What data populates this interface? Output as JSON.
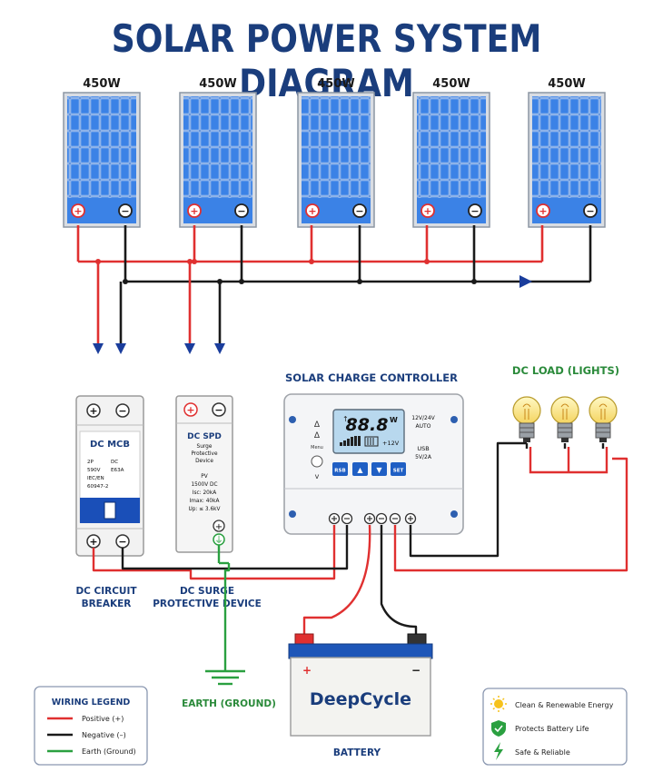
{
  "title": "SOLAR POWER SYSTEM DIAGRAM",
  "panels": [
    {
      "watt": "450W"
    },
    {
      "watt": "450W"
    },
    {
      "watt": "450W"
    },
    {
      "watt": "450W"
    },
    {
      "watt": "450W"
    }
  ],
  "mcb": {
    "name": "DC MCB",
    "spec_left": [
      "2P",
      "590V",
      "IEC/EN",
      "60947-2"
    ],
    "spec_right": [
      "DC",
      "E63A"
    ],
    "caption": [
      "DC CIRCUIT",
      "BREAKER"
    ]
  },
  "spd": {
    "name": "DC SPD",
    "sub": [
      "Surge",
      "Protective",
      "Device"
    ],
    "specs": [
      "PV",
      "1500V DC",
      "Isc: 20kA",
      "Imax: 40kA",
      "Up: ≤ 3.6kV"
    ],
    "caption": [
      "DC SURGE",
      "PROTECTIVE DEVICE"
    ]
  },
  "controller": {
    "name": "SOLAR CHARGE CONTROLLER",
    "display": "88.8",
    "unit": "W",
    "batt_label": "+12V",
    "mode": [
      "12V/24V",
      "AUTO"
    ],
    "usb": [
      "USB",
      "5V/2A"
    ],
    "menu": "Menu",
    "buttons": [
      "RSB",
      "▲",
      "▼",
      "SET"
    ]
  },
  "load": {
    "label": "DC LOAD (LIGHTS)"
  },
  "battery": {
    "brand": "DeepCycle",
    "label": "BATTERY",
    "plus": "+",
    "minus": "−"
  },
  "earth": {
    "label": "EARTH (GROUND)"
  },
  "legend": {
    "title": "WIRING LEGEND",
    "items": [
      {
        "label": "Positive (+)",
        "color": "#e03030"
      },
      {
        "label": "Negative (–)",
        "color": "#1a1a1a"
      },
      {
        "label": "Earth (Ground)",
        "color": "#2aa040"
      }
    ]
  },
  "features": [
    {
      "label": "Clean & Renewable Energy",
      "icon": "sun-icon"
    },
    {
      "label": "Protects Battery Life",
      "icon": "shield-check-icon"
    },
    {
      "label": "Safe & Reliable",
      "icon": "lightning-icon"
    }
  ],
  "colors": {
    "positive": "#e03030",
    "negative": "#1a1a1a",
    "earth": "#2aa040",
    "title": "#1a3d7c",
    "panel": "#2d6fd4"
  }
}
